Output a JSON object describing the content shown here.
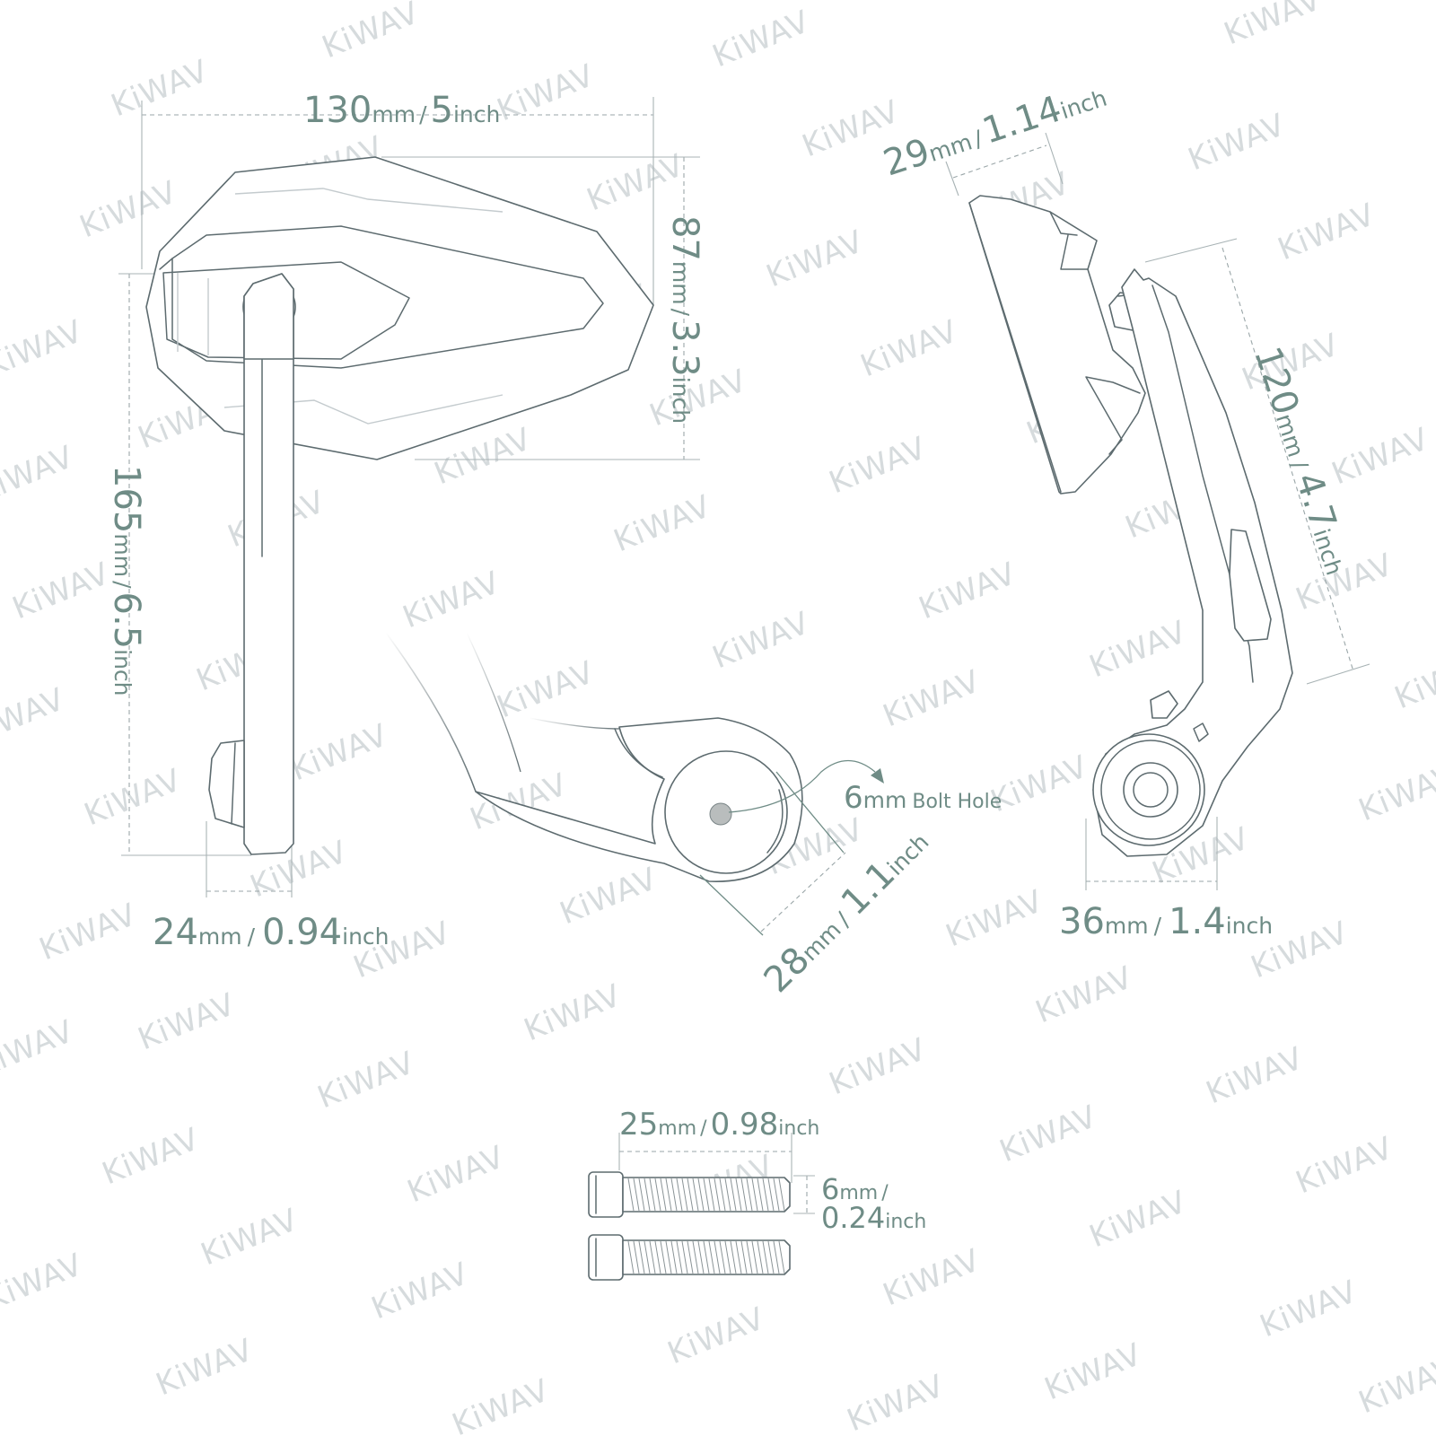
{
  "watermark": {
    "text": "KiWAV",
    "color": "#d6dbdd"
  },
  "colors": {
    "dimension_text": "#6f8c86",
    "outline": "#5d6b6f",
    "dashed": "#9aa6a8",
    "bolt_hole": "#b9bdbd"
  },
  "dimensions": {
    "mirror_width": {
      "mm": "130",
      "mm_unit": "mm",
      "sep": "/",
      "inch": "5",
      "inch_unit": "inch"
    },
    "mirror_height": {
      "mm": "87",
      "mm_unit": "mm",
      "sep": "/",
      "inch": "3.3",
      "inch_unit": "inch"
    },
    "total_height": {
      "mm": "165",
      "mm_unit": "mm",
      "sep": "/",
      "inch": "6.5",
      "inch_unit": "inch"
    },
    "arm_width": {
      "mm": "24",
      "mm_unit": "mm",
      "sep": "/",
      "inch": "0.94",
      "inch_unit": "inch"
    },
    "mirror_depth": {
      "mm": "29",
      "mm_unit": "mm",
      "sep": "/",
      "inch": "1.14",
      "inch_unit": "inch"
    },
    "side_arm_length": {
      "mm": "120",
      "mm_unit": "mm",
      "sep": "/",
      "inch": "4.7",
      "inch_unit": "inch"
    },
    "mount_diameter": {
      "mm": "28",
      "mm_unit": "mm",
      "sep": "/",
      "inch": "1.1",
      "inch_unit": "inch"
    },
    "side_mount": {
      "mm": "36",
      "mm_unit": "mm",
      "sep": "/",
      "inch": "1.4",
      "inch_unit": "inch"
    },
    "bolt_hole": {
      "mm": "6",
      "mm_unit": "mm",
      "label": "Bolt Hole"
    },
    "bolt_length": {
      "mm": "25",
      "mm_unit": "mm",
      "sep": "/",
      "inch": "0.98",
      "inch_unit": "inch"
    },
    "bolt_diameter": {
      "mm": "6",
      "mm_unit": "mm",
      "sep": "/",
      "inch": "0.24",
      "inch_unit": "inch"
    }
  }
}
